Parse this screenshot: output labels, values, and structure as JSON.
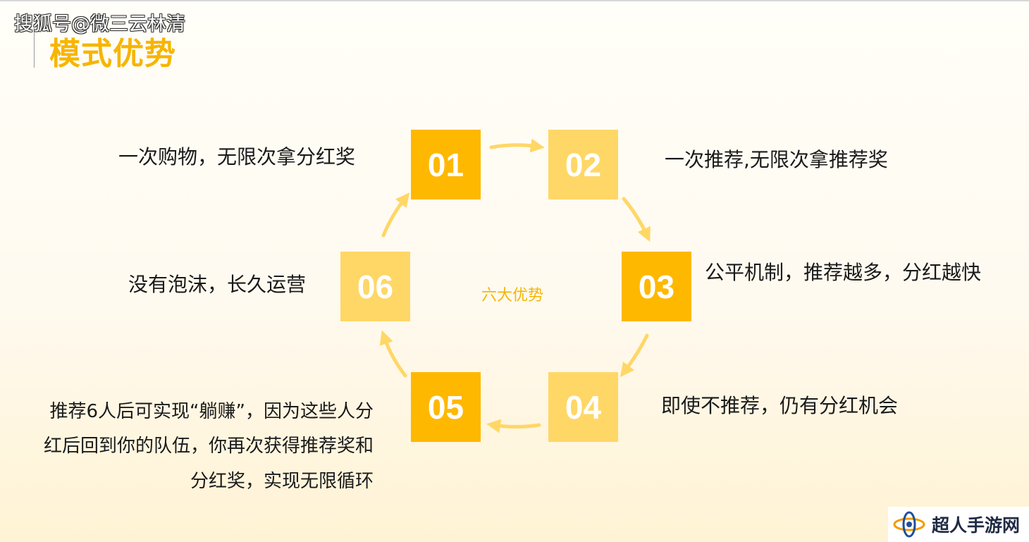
{
  "watermark": "搜狐号@微三云林清",
  "title": "模式优势",
  "center_label": "六大优势",
  "steps": [
    {
      "num": "01",
      "text": "一次购物，无限次拿分红奖"
    },
    {
      "num": "02",
      "text": "一次推荐,无限次拿推荐奖"
    },
    {
      "num": "03",
      "text": "公平机制，推荐越多，分红越快"
    },
    {
      "num": "04",
      "text": "即使不推荐，仍有分红机会"
    },
    {
      "num": "05",
      "text": "推荐6人后可实现“躺赚”，因为这些人分红后回到你的队伍，你再次获得推荐奖和分红奖，实现无限循环"
    },
    {
      "num": "06",
      "text": "没有泡沫，长久运营"
    }
  ],
  "logo": {
    "text": "超人手游网",
    "icon": "atom-orbit-icon"
  },
  "colors": {
    "dark": "#ffb800",
    "light": "#ffd766",
    "accent": "#f7b500"
  }
}
